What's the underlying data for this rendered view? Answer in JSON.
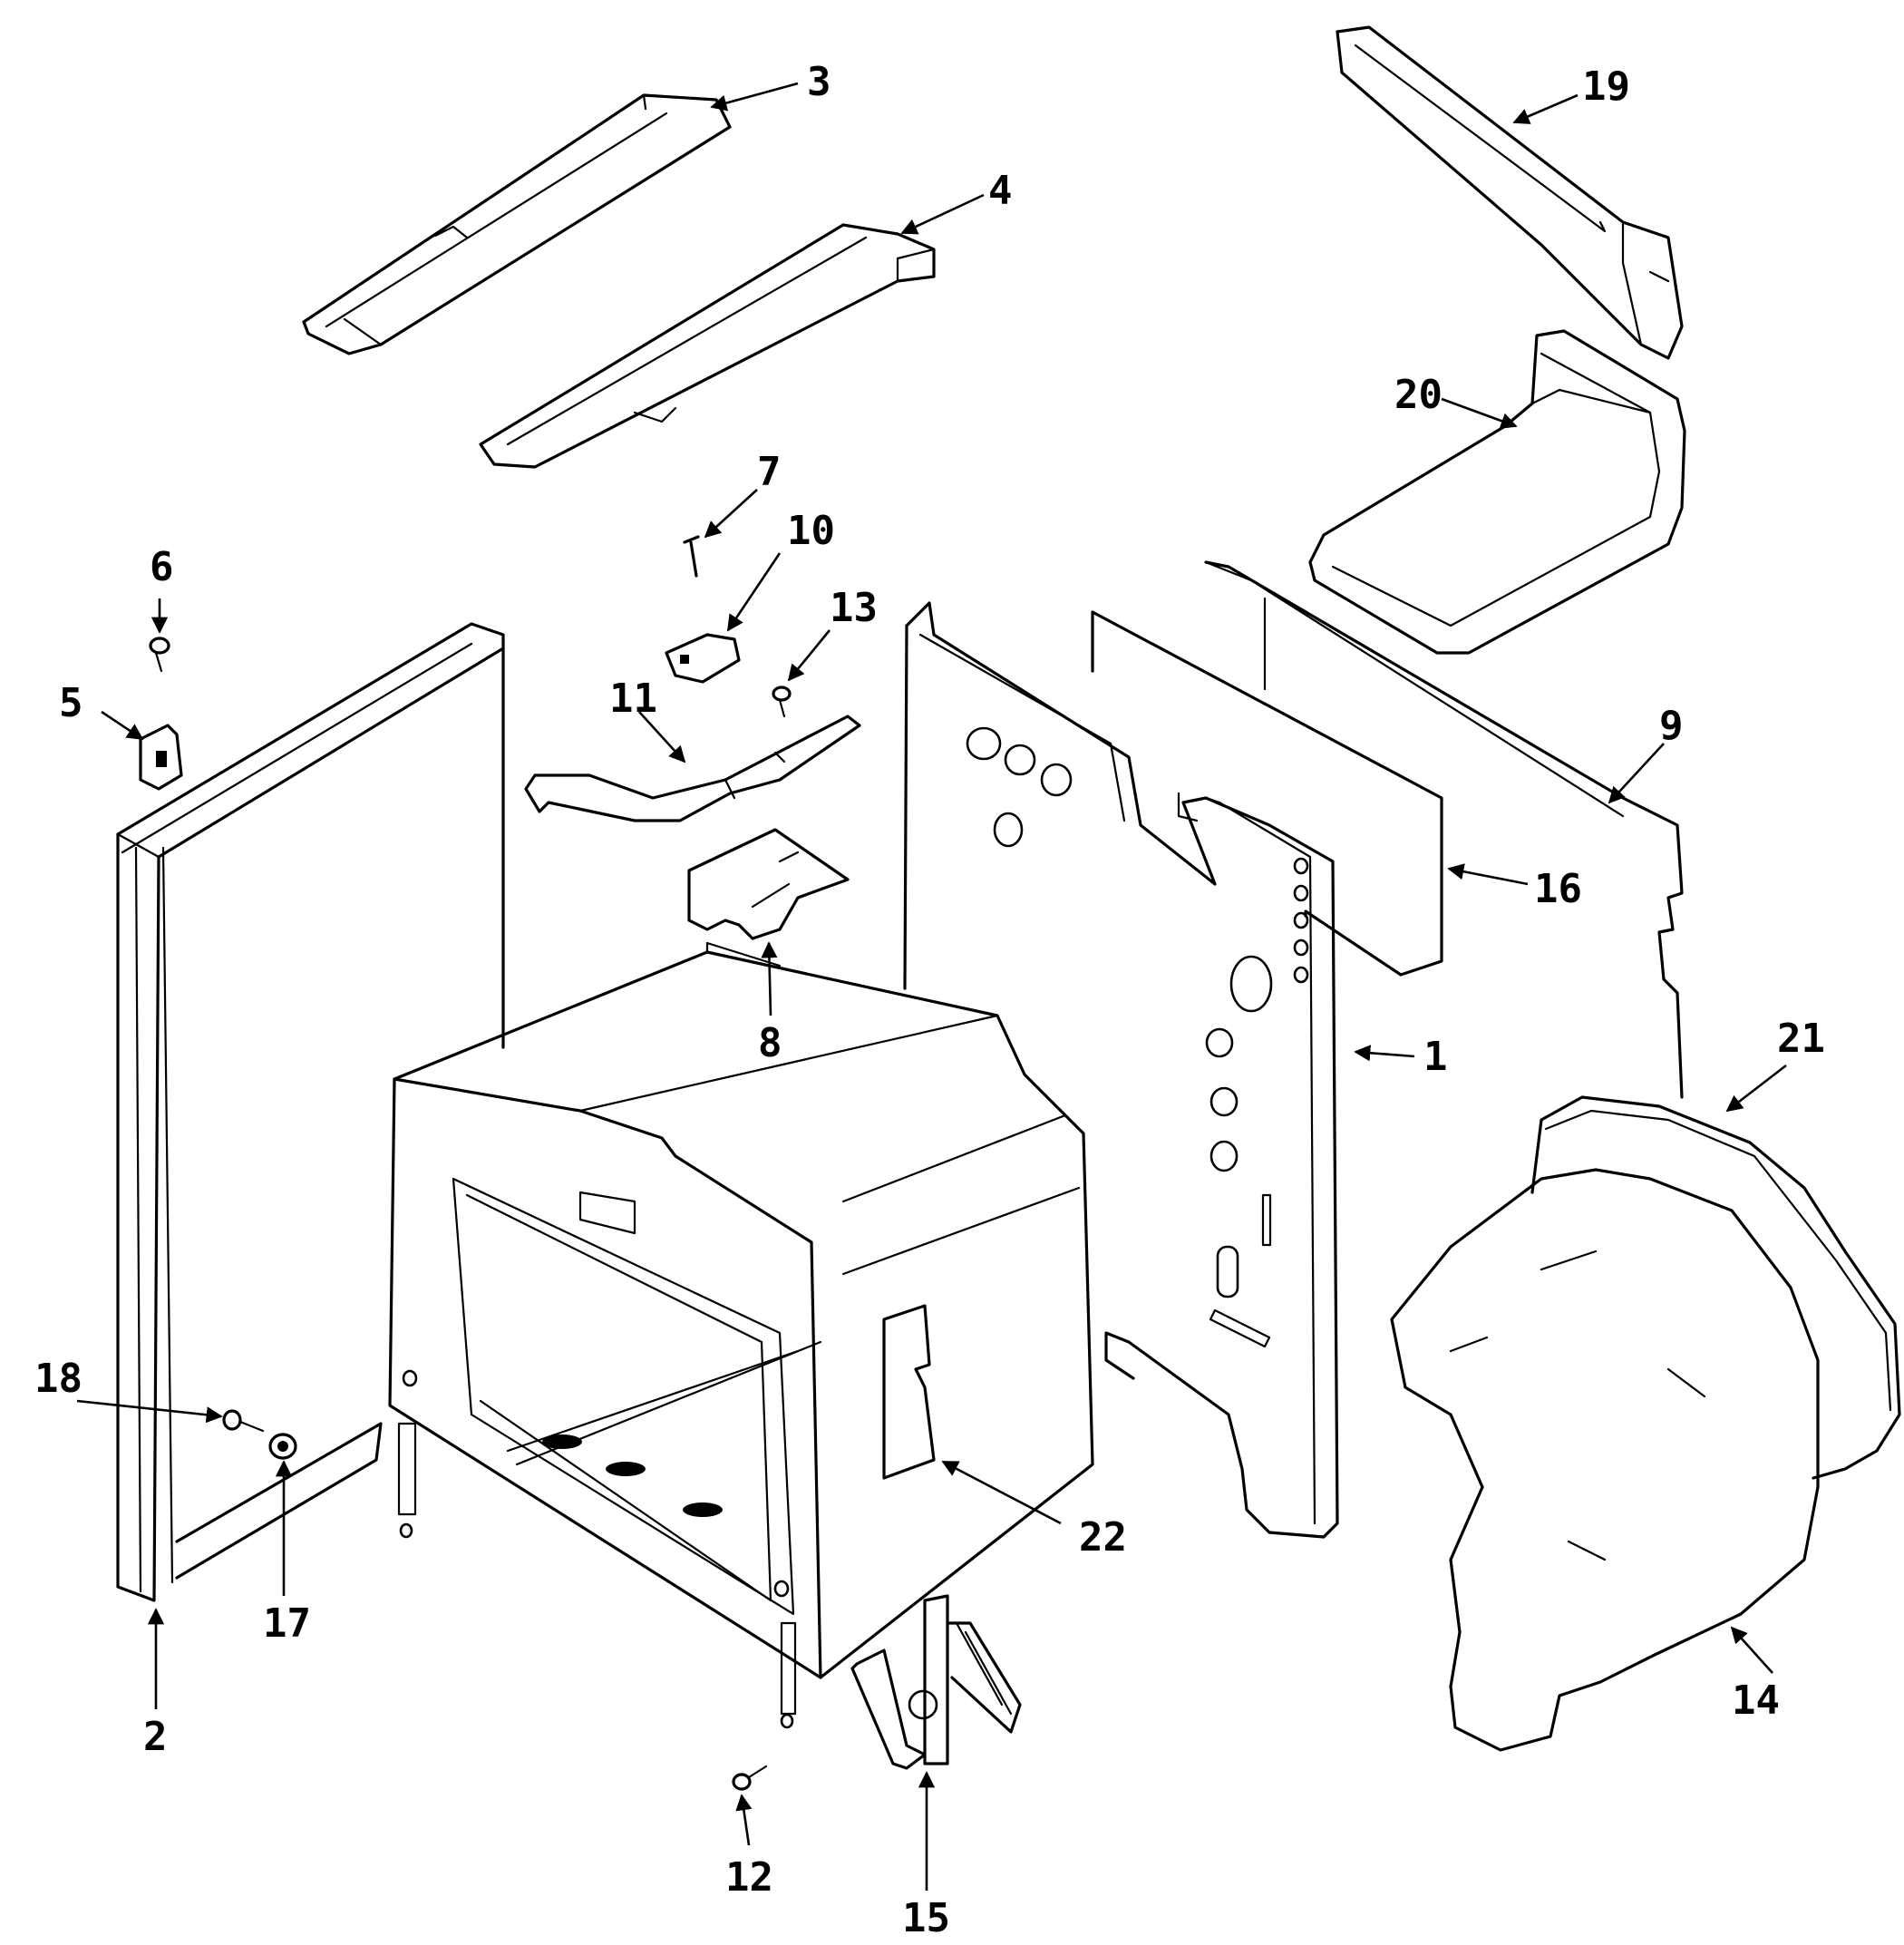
{
  "colors": {
    "line": "#000000",
    "background": "#ffffff"
  },
  "callouts": [
    {
      "id": "1",
      "label": "1"
    },
    {
      "id": "2",
      "label": "2"
    },
    {
      "id": "3",
      "label": "3"
    },
    {
      "id": "4",
      "label": "4"
    },
    {
      "id": "5",
      "label": "5"
    },
    {
      "id": "6",
      "label": "6"
    },
    {
      "id": "7",
      "label": "7"
    },
    {
      "id": "8",
      "label": "8"
    },
    {
      "id": "9",
      "label": "9"
    },
    {
      "id": "10",
      "label": "10"
    },
    {
      "id": "11",
      "label": "11"
    },
    {
      "id": "12",
      "label": "12"
    },
    {
      "id": "13",
      "label": "13"
    },
    {
      "id": "14",
      "label": "14"
    },
    {
      "id": "15",
      "label": "15"
    },
    {
      "id": "16",
      "label": "16"
    },
    {
      "id": "17",
      "label": "17"
    },
    {
      "id": "18",
      "label": "18"
    },
    {
      "id": "19",
      "label": "19"
    },
    {
      "id": "20",
      "label": "20"
    },
    {
      "id": "21",
      "label": "21"
    },
    {
      "id": "22",
      "label": "22"
    }
  ]
}
